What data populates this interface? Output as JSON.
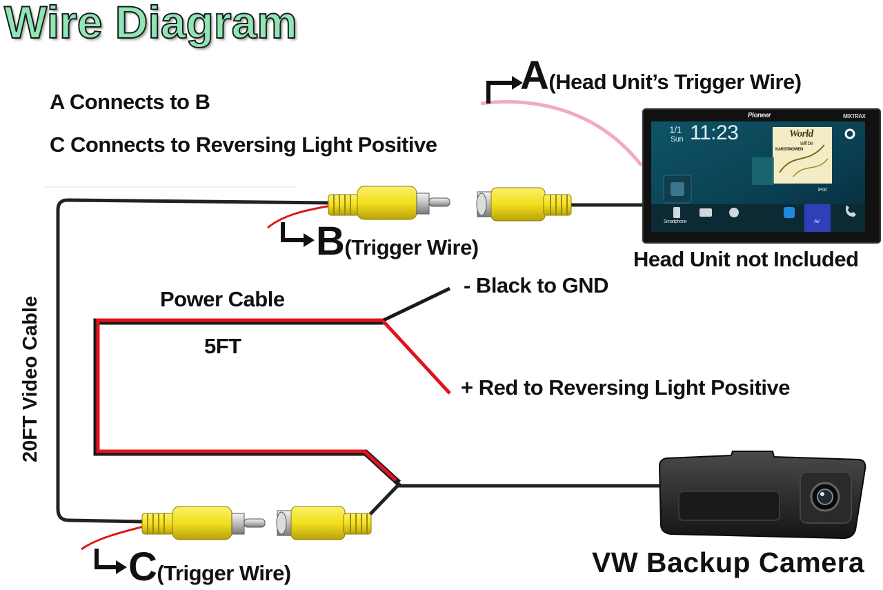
{
  "title": "Wire Diagram",
  "rules": {
    "line1": "A Connects to B",
    "line2": "C Connects to Reversing Light Positive"
  },
  "labels": {
    "a_letter": "A",
    "a_desc": "(Head Unit’s Trigger Wire)",
    "b_letter": "B",
    "b_desc": "(Trigger Wire)",
    "c_letter": "C",
    "c_desc": "(Trigger Wire)",
    "head_unit_note": "Head Unit not Included",
    "power_cable": "Power Cable",
    "power_length": "5FT",
    "black_wire": "- Black to GND",
    "red_wire": "+ Red to Reversing Light Positive",
    "video_cable": "20FT Video Cable",
    "camera": "VW Backup Camera"
  },
  "head_unit": {
    "brand": "Pioneer",
    "model": "MIXTRAX",
    "date": "1/1",
    "day": "Sun",
    "time": "11:23",
    "album_line1": "World",
    "album_line2": "will be",
    "album_artist": "KARSTINOWEN",
    "source": "iPod",
    "dock": [
      "Smartphone",
      "AV"
    ]
  },
  "colors": {
    "title_fill": "#8fe6b4",
    "wire_red": "#e0141e",
    "wire_black": "#1a1a1a",
    "trigger_pink": "#f2a9c6",
    "rca_yellow": "#f2df1d"
  }
}
